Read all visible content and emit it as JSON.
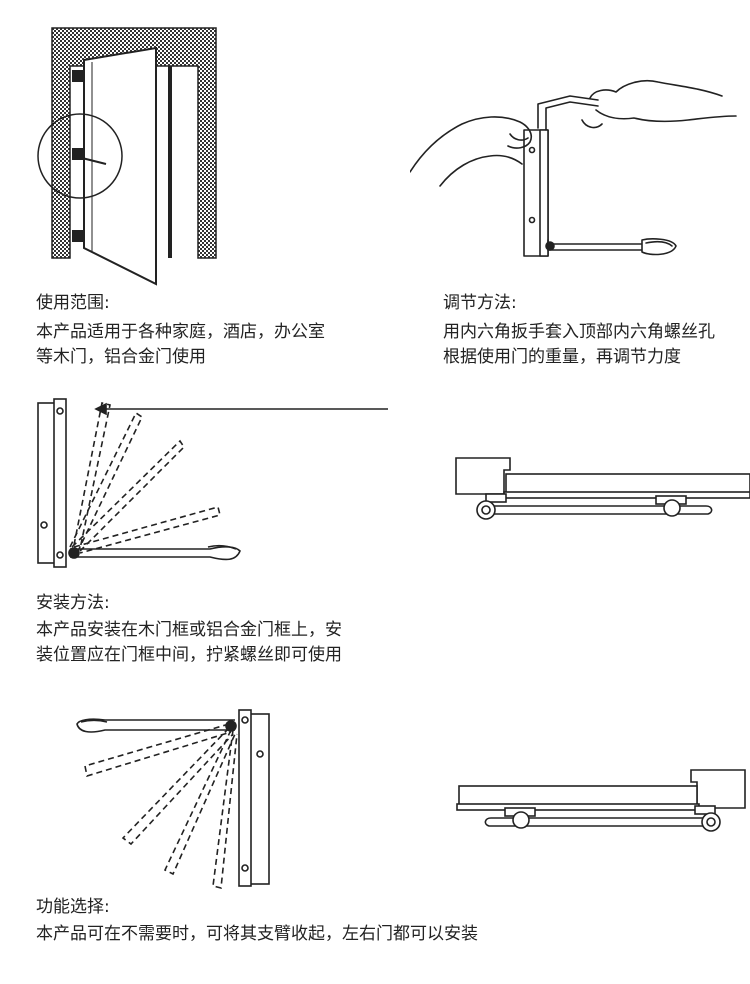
{
  "sections": {
    "usage": {
      "heading": "使用范围:",
      "lines": [
        "本产品适用于各种家庭，酒店，办公室",
        "等木门，铝合金门使用"
      ]
    },
    "adjust": {
      "heading": "调节方法:",
      "lines": [
        "用内六角扳手套入顶部内六角螺丝孔",
        "根据使用门的重量，再调节力度"
      ]
    },
    "install": {
      "heading": "安装方法:",
      "lines": [
        "本产品安装在木门框或铝合金门框上，安",
        "装位置应在门框中间，拧紧螺丝即可使用"
      ]
    },
    "function": {
      "heading": "功能选择:",
      "lines": [
        "本产品可在不需要时，可将其支臂收起，左右门都可以安装"
      ]
    }
  },
  "colors": {
    "ink": "#222222",
    "wall": "#555555"
  }
}
